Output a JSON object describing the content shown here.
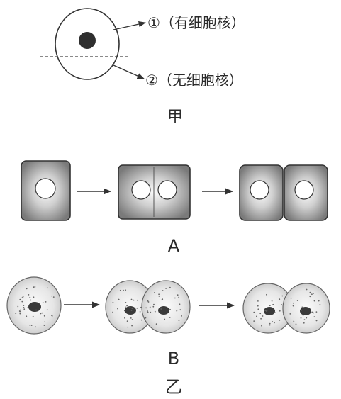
{
  "part_jia": {
    "label_1": "①（有细胞核）",
    "label_2": "②（无细胞核）",
    "caption": "甲"
  },
  "part_yi": {
    "row_a_caption": "A",
    "row_b_caption": "B",
    "caption": "乙"
  }
}
